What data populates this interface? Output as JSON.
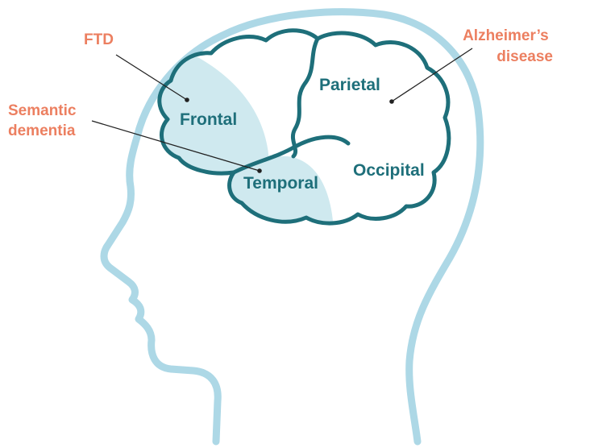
{
  "colors": {
    "head_outline": "#add8e6",
    "brain_outline": "#1e6f7a",
    "brain_fill": "#ffffff",
    "lobe_highlight": "#cfe9ef",
    "lobe_label": "#1e6f7a",
    "disease_label": "#ec7f60",
    "leader_line": "#222222"
  },
  "lobes": {
    "frontal": "Frontal",
    "parietal": "Parietal",
    "temporal": "Temporal",
    "occipital": "Occipital"
  },
  "diseases": {
    "ftd": "FTD",
    "semantic_line1": "Semantic",
    "semantic_line2": "dementia",
    "alz_line1": "Alzheimer’s",
    "alz_line2": "disease"
  }
}
